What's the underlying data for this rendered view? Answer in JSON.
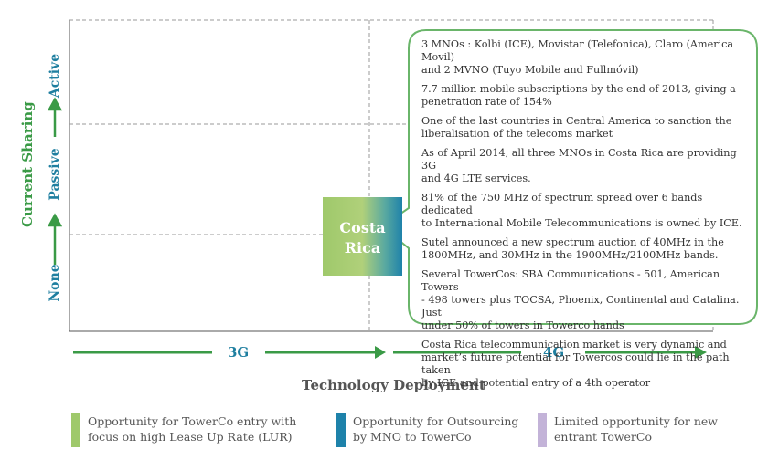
{
  "chart_data": {
    "type": "scatter",
    "xlabel": "Technology Deployment",
    "ylabel": "Current Sharing",
    "x_categories": [
      "3G",
      "4G"
    ],
    "y_categories": [
      "None",
      "Passive",
      "Active"
    ],
    "points": [
      {
        "label": "Costa Rica",
        "label_lines": [
          "Costa",
          "Rica"
        ],
        "x": "3G",
        "y": "None"
      }
    ],
    "grid": true,
    "legend_position": "bottom"
  },
  "callout": {
    "paragraphs": [
      [
        "3 MNOs : Kolbi (ICE), Movistar (Telefonica), Claro (America Movil)",
        "and 2 MVNO (Tuyo Mobile and Fullmóvil)"
      ],
      [
        "7.7 million mobile subscriptions by the end of 2013, giving a",
        "penetration rate of 154%"
      ],
      [
        "One of the last countries in Central America to sanction the",
        "liberalisation of the telecoms market"
      ],
      [
        "As of April 2014, all three MNOs in Costa Rica are providing 3G",
        "and 4G LTE services."
      ],
      [
        "81% of the 750 MHz of spectrum spread over 6 bands dedicated",
        "to International Mobile Telecommunications is owned by ICE."
      ],
      [
        "Sutel announced a new spectrum auction of 40MHz in the",
        "1800MHz, and 30MHz in the 1900MHz/2100MHz bands."
      ],
      [
        "Several TowerCos: SBA Communications - 501, American Towers",
        "- 498 towers plus TOCSA, Phoenix, Continental and Catalina. Just",
        "under 50% of towers in Towerco hands"
      ],
      [
        "Costa Rica telecommunication market is very dynamic and",
        "market’s future potential for Towercos could lie in the path taken",
        "by ICE and potential entry of a 4th operator"
      ]
    ]
  },
  "legend": [
    {
      "lines": [
        "Opportunity for TowerCo entry with",
        "focus on high Lease Up Rate (LUR)"
      ],
      "color": "#9fc96b"
    },
    {
      "lines": [
        "Opportunity for Outsourcing",
        "by MNO to TowerCo"
      ],
      "color": "#1e82aa"
    },
    {
      "lines": [
        "Limited opportunity for new",
        "entrant TowerCo"
      ],
      "color": "#c3b3d8"
    }
  ],
  "colors": {
    "arrow_green": "#3a9a46",
    "tick_blue": "#1f7fa0",
    "callout_border": "#6ab56a"
  }
}
